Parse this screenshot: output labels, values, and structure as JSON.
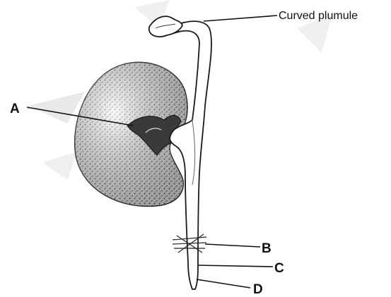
{
  "labels": {
    "a": "A",
    "b": "B",
    "c": "C",
    "d": "D",
    "plumule": "Curved plumule"
  },
  "colors": {
    "ink": "#111111",
    "watermark": "#d8d8d8"
  }
}
